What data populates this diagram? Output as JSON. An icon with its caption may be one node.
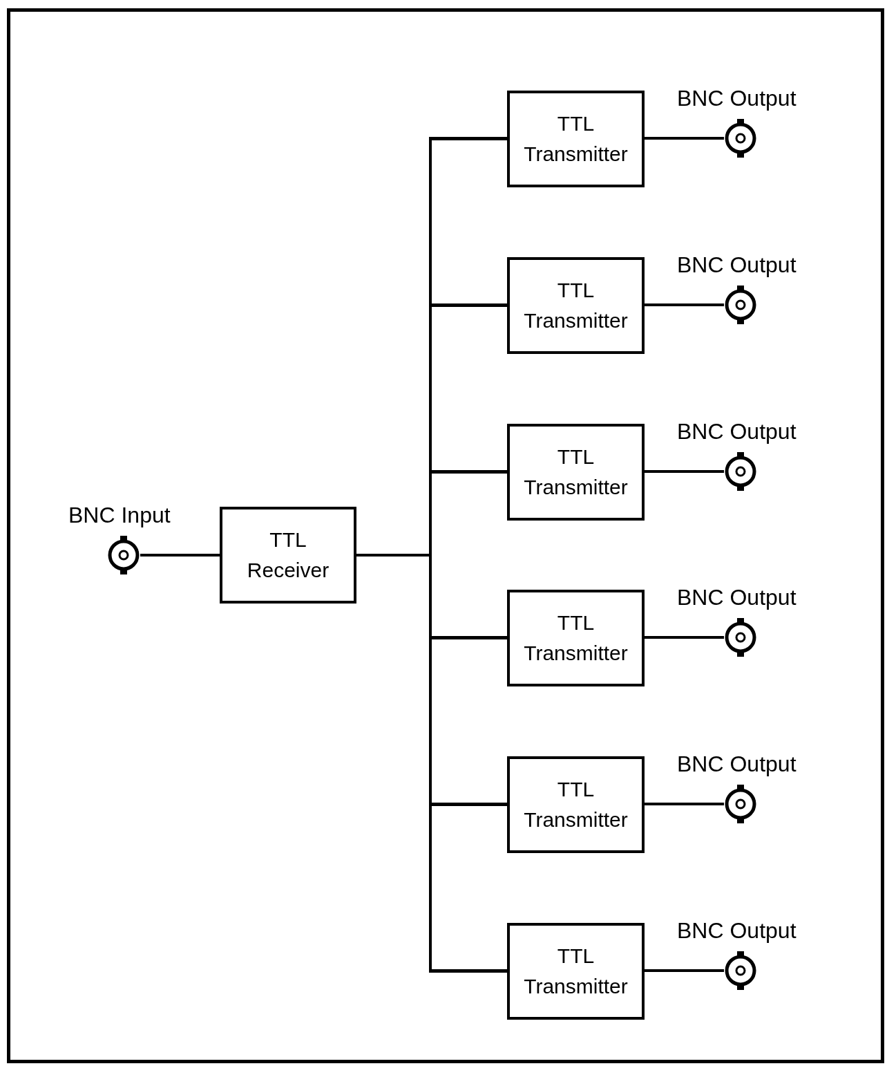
{
  "diagram": {
    "nodes": [
      {
        "text": [],
        "shape": "circle",
        "beside": [
          "BNC Input"
        ]
      },
      {
        "text": [
          "TTL Receiver"
        ]
      },
      {
        "text": [
          "TTL Transmitter"
        ]
      },
      {
        "text": [
          "TTL Transmitter"
        ]
      },
      {
        "text": [
          "TTL Transmitter"
        ]
      },
      {
        "text": [
          "TTL Transmitter"
        ]
      },
      {
        "text": [
          "TTL Transmitter"
        ]
      },
      {
        "text": [
          "TTL Transmitter"
        ]
      },
      {
        "text": [],
        "shape": "circle",
        "beside": [
          "BNC Output"
        ]
      },
      {
        "text": [],
        "shape": "circle",
        "beside": [
          "BNC Output"
        ]
      },
      {
        "text": [],
        "shape": "circle",
        "beside": [
          "BNC Output"
        ]
      },
      {
        "text": [],
        "shape": "circle",
        "beside": [
          "BNC Output"
        ]
      },
      {
        "text": [],
        "shape": "circle",
        "beside": [
          "BNC Output"
        ]
      },
      {
        "text": [],
        "shape": "circle",
        "beside": [
          "BNC Output"
        ]
      }
    ],
    "edges": [
      {
        "from": 0,
        "to": 1,
        "arrow": "none"
      },
      {
        "from": 1,
        "to": 2,
        "arrow": "none"
      },
      {
        "from": 1,
        "to": 3,
        "arrow": "none"
      },
      {
        "from": 1,
        "to": 4,
        "arrow": "none"
      },
      {
        "from": 1,
        "to": 5,
        "arrow": "none"
      },
      {
        "from": 1,
        "to": 6,
        "arrow": "none"
      },
      {
        "from": 1,
        "to": 7,
        "arrow": "none"
      },
      {
        "from": 2,
        "to": 8,
        "arrow": "none"
      },
      {
        "from": 3,
        "to": 9,
        "arrow": "none"
      },
      {
        "from": 4,
        "to": 10,
        "arrow": "none"
      },
      {
        "from": 5,
        "to": 11,
        "arrow": "none"
      },
      {
        "from": 6,
        "to": 12,
        "arrow": "none"
      },
      {
        "from": 7,
        "to": 13,
        "arrow": "none"
      }
    ]
  }
}
